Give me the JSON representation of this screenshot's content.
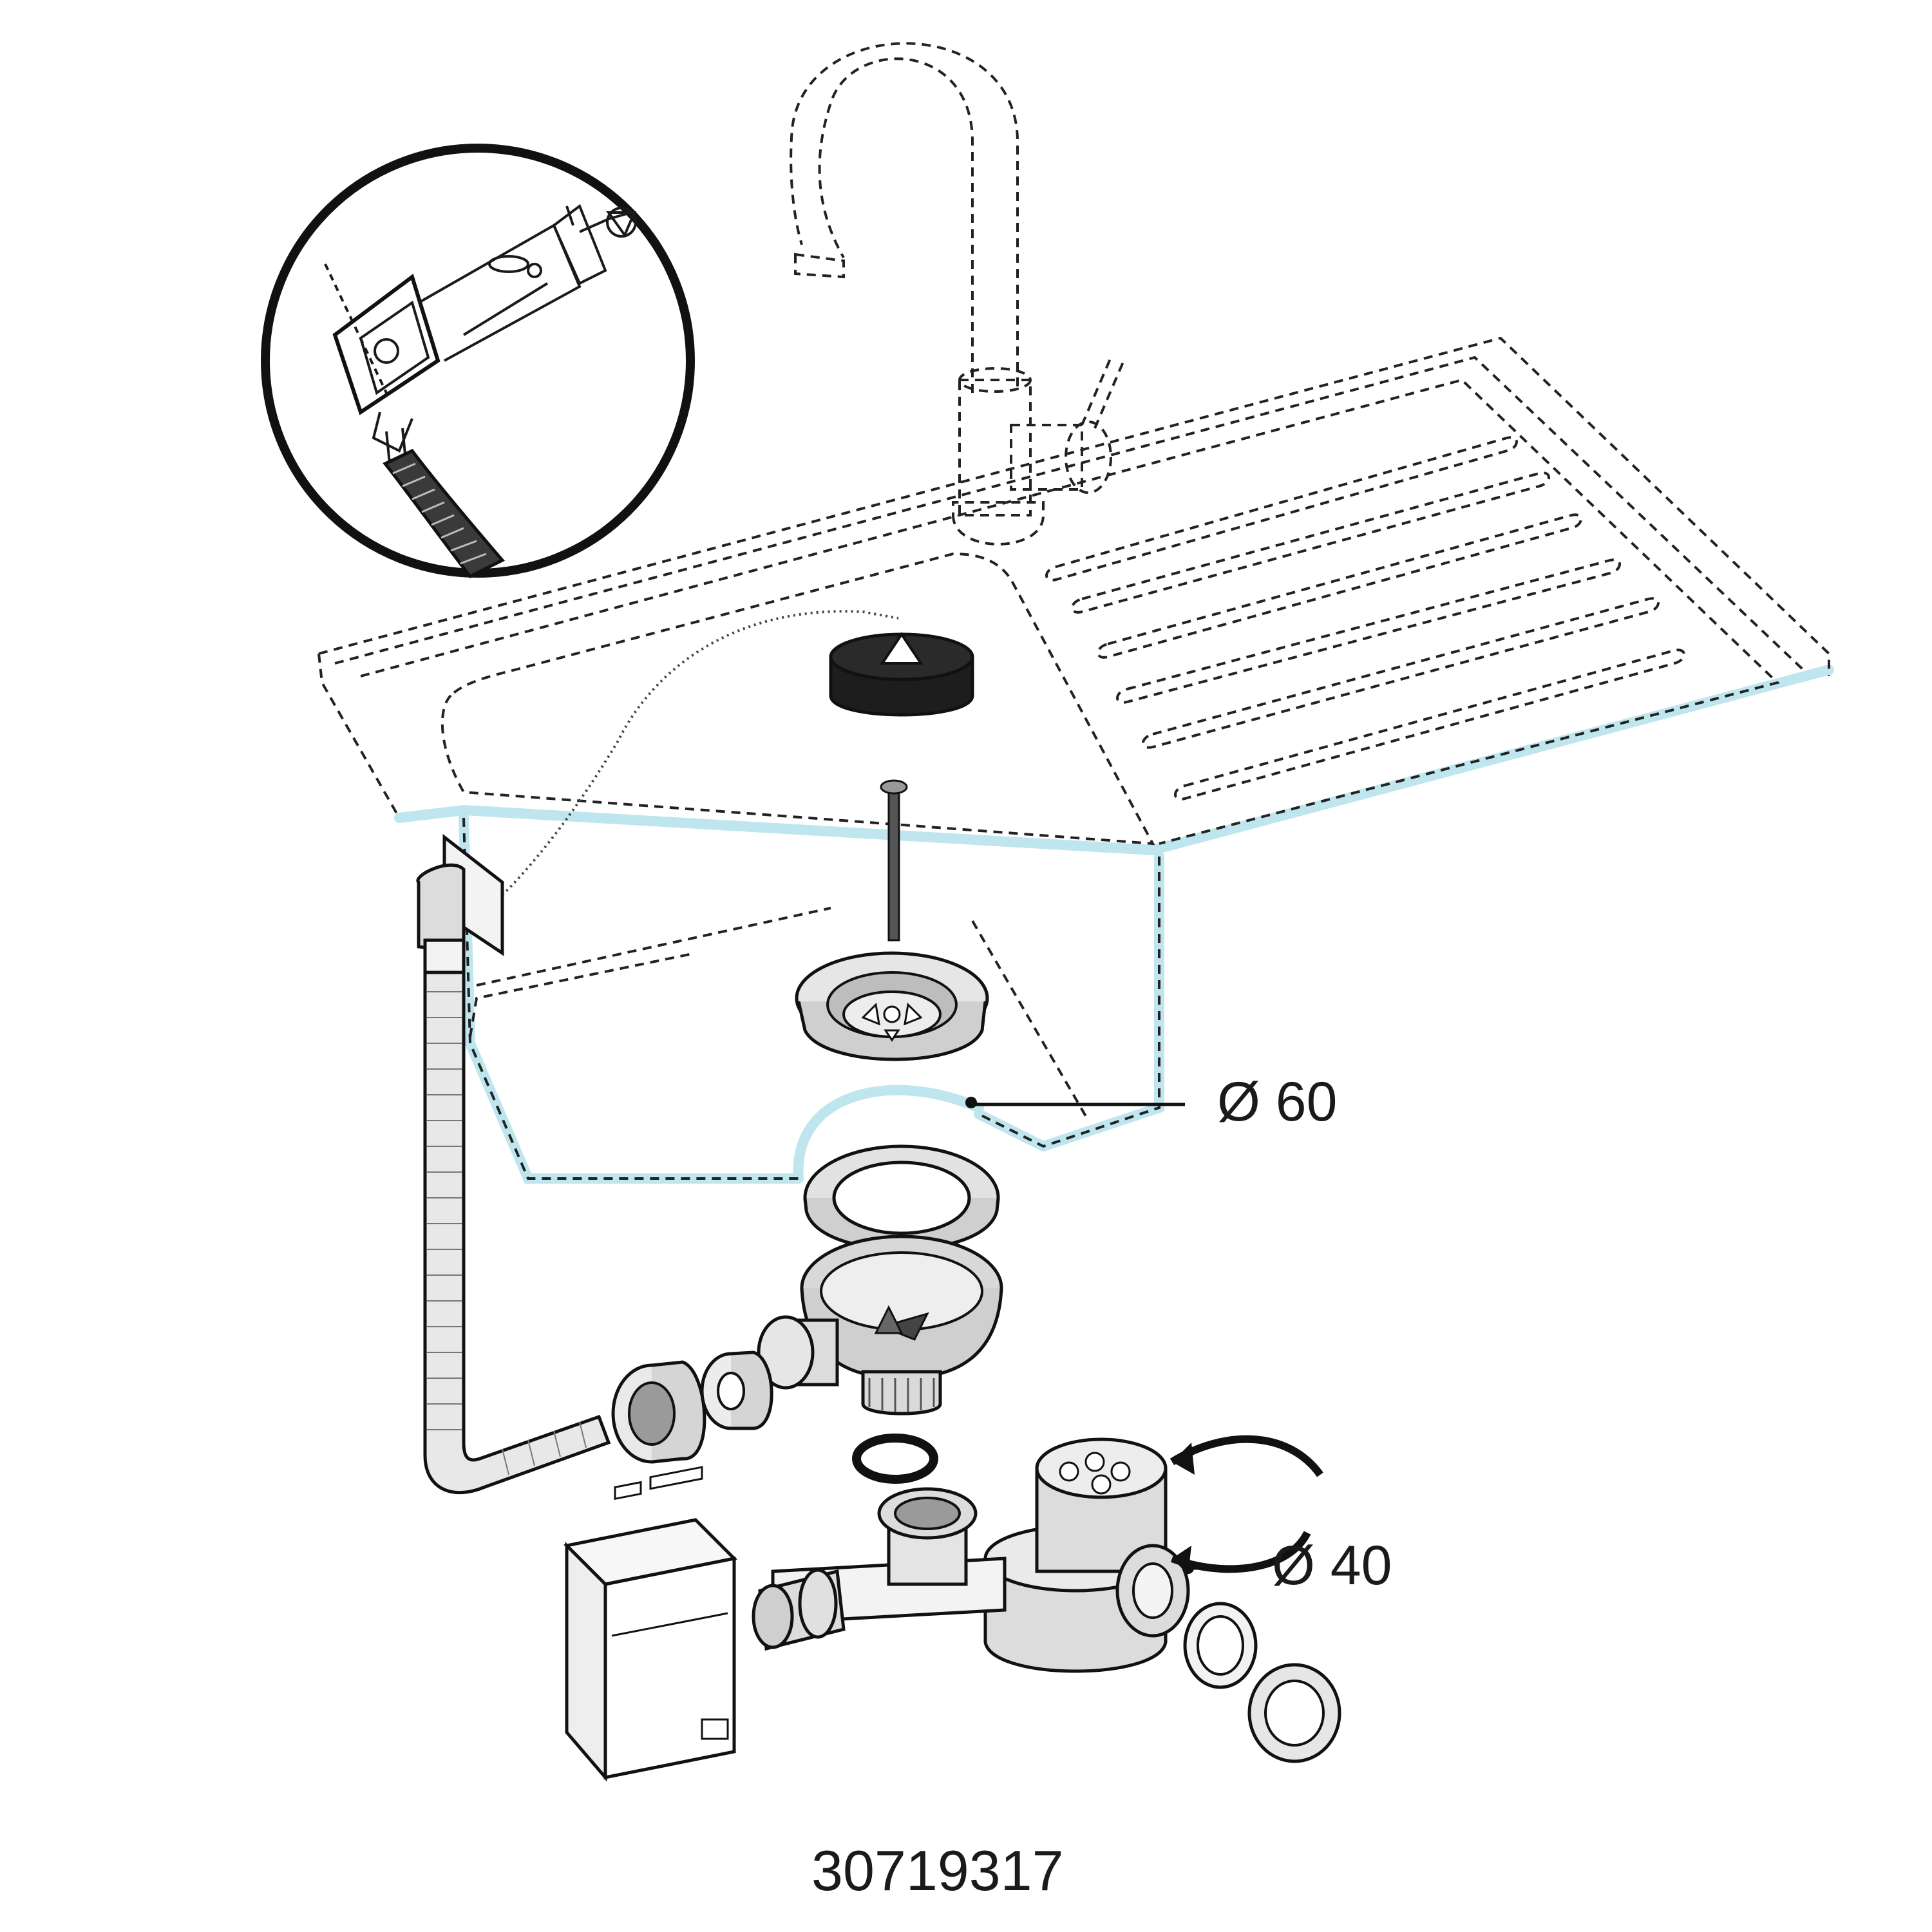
{
  "diagram": {
    "dimension_labels": {
      "drain_diameter": "Ø 60",
      "overflow_diameter": "Ø 40"
    },
    "product_code": "30719317",
    "icons": {
      "faucet": "faucet-icon",
      "sink": "sink-outline",
      "plug": "sink-plug-icon",
      "washing_machine": "washing-machine-icon",
      "rotation": "rotate-arrow-icon"
    }
  }
}
